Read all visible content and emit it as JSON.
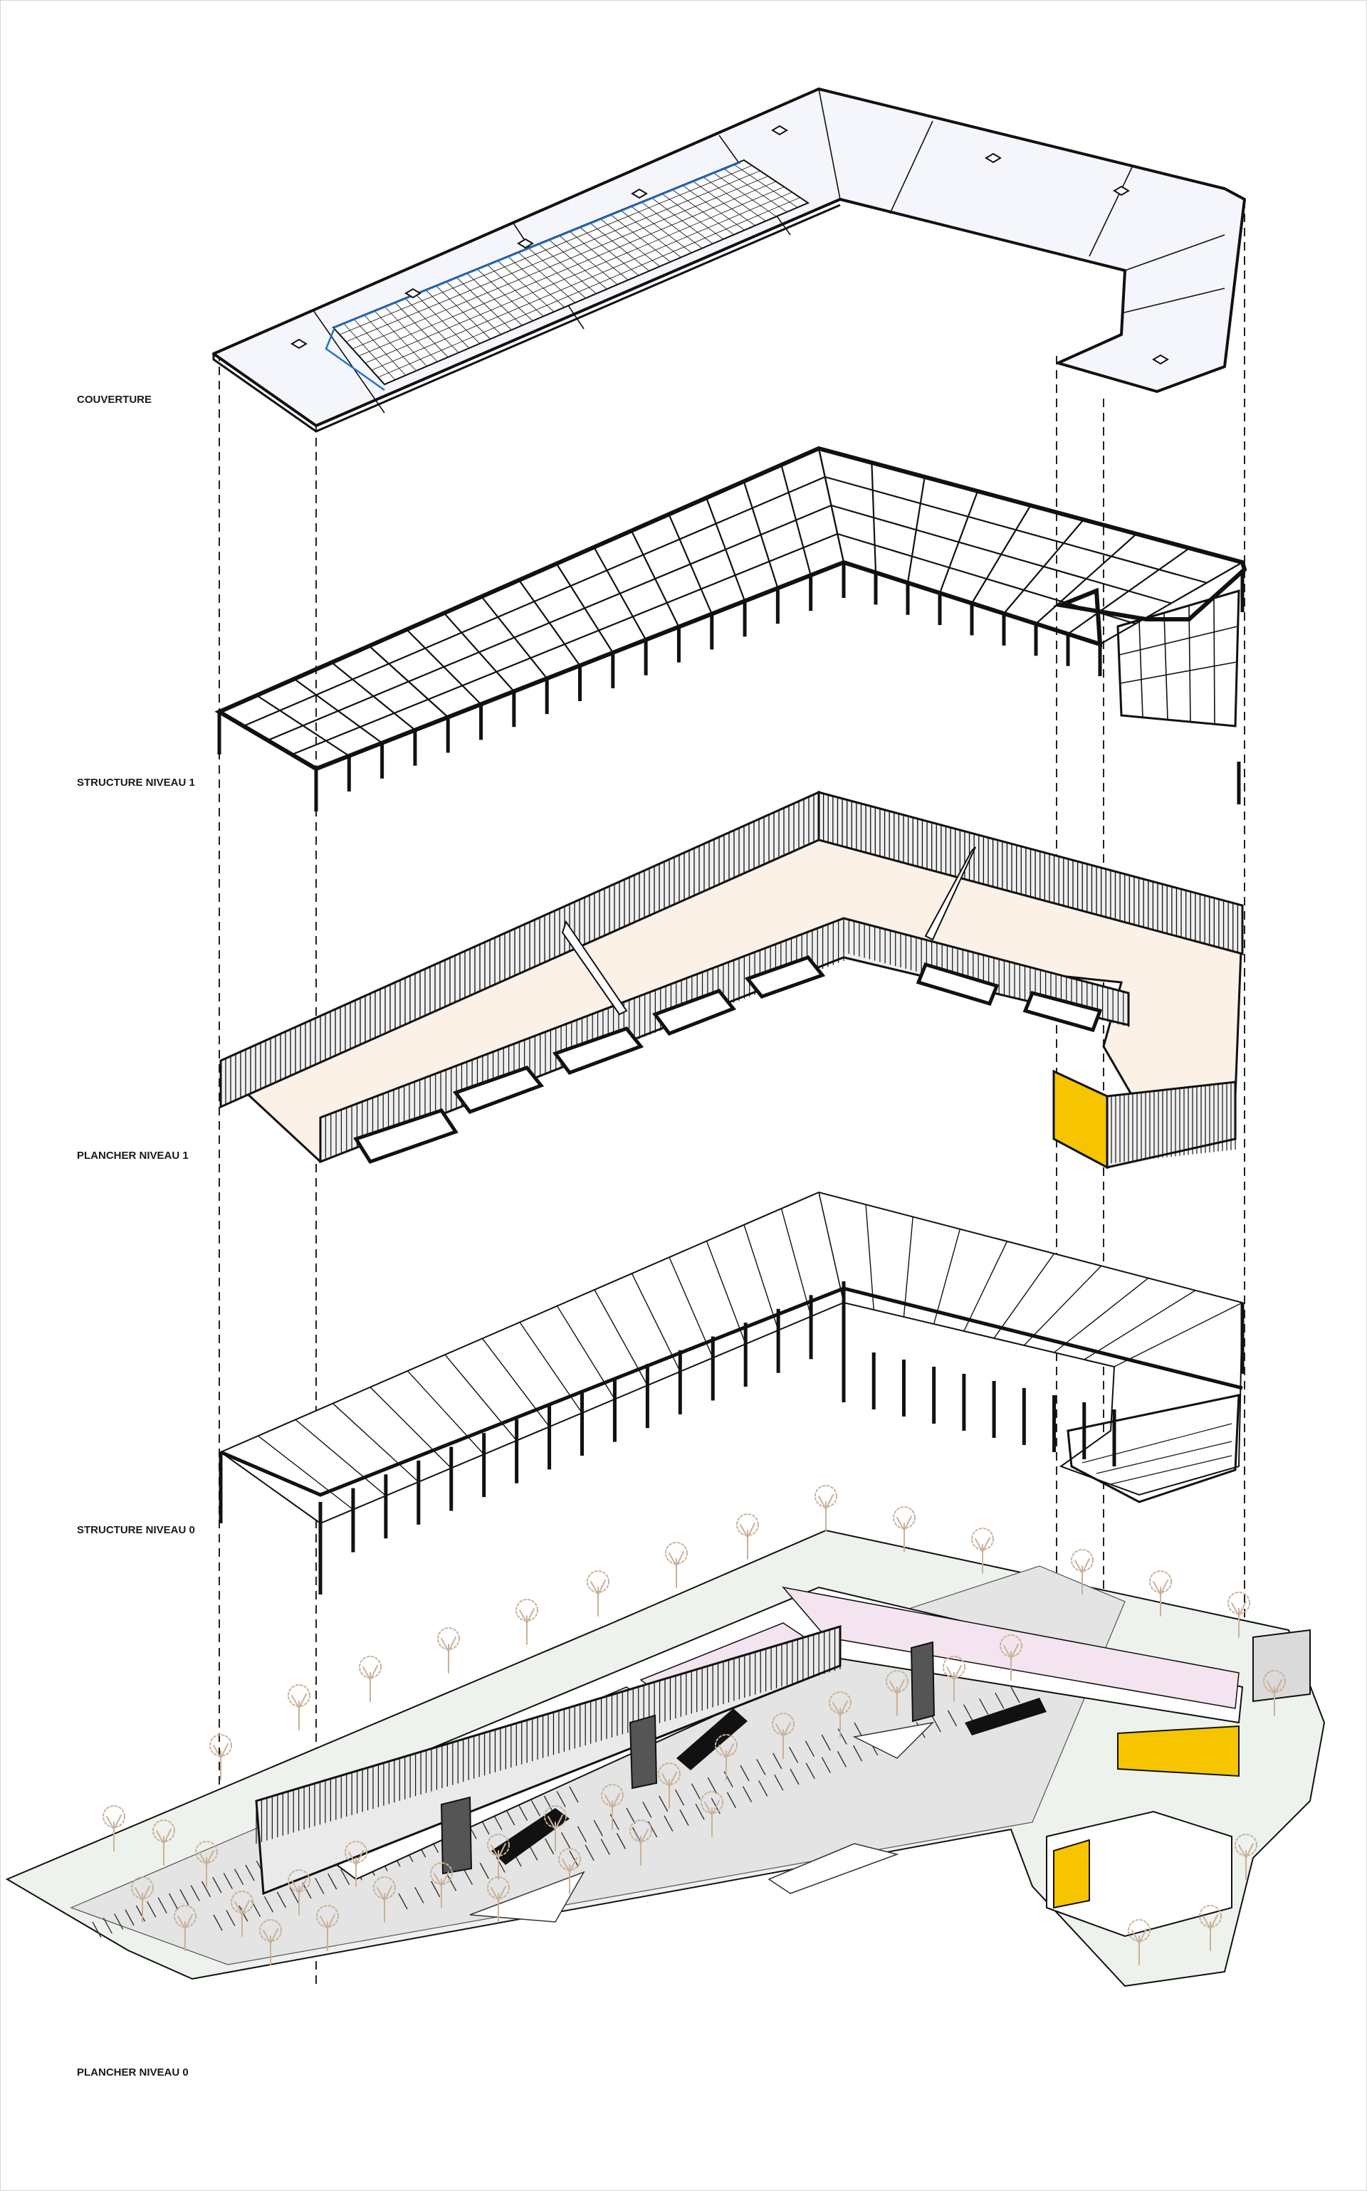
{
  "diagram": {
    "levels": [
      {
        "id": "couverture",
        "label": "COUVERTURE"
      },
      {
        "id": "structure-1",
        "label": "STRUCTURE NIVEAU 1"
      },
      {
        "id": "plancher-1",
        "label": "PLANCHER NIVEAU 1"
      },
      {
        "id": "structure-0",
        "label": "STRUCTURE NIVEAU 0"
      },
      {
        "id": "plancher-0",
        "label": "PLANCHER NIVEAU 0"
      }
    ],
    "colors": {
      "line": "#111111",
      "roof_fill": "#f4f6fb",
      "roof_drain": "#1f6fd6",
      "floor1_fill": "#fbf1e6",
      "floor0_room": "#f3e4ef",
      "site_fill": "#eef2ec",
      "parking_fill": "#e4e4e4",
      "accent_yellow": "#f7c500",
      "tree": "#c9b29a"
    }
  }
}
